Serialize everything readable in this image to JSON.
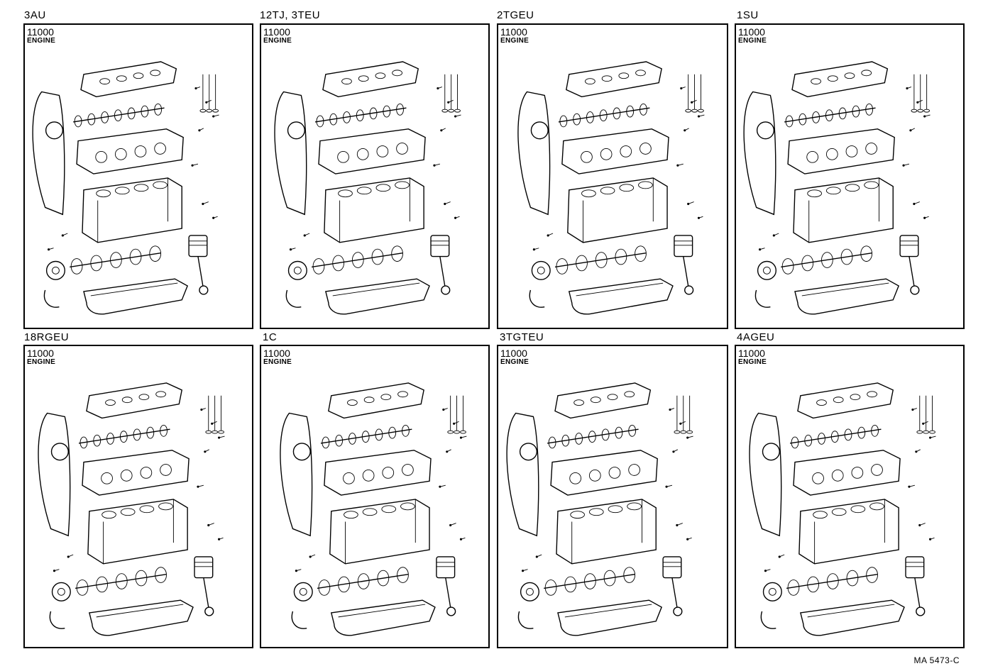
{
  "page": {
    "code": "MA  5473-C"
  },
  "panels": [
    {
      "title": "3AU",
      "part_no": "11000",
      "part_name": "ENGINE"
    },
    {
      "title": "12TJ, 3TEU",
      "part_no": "11000",
      "part_name": "ENGINE"
    },
    {
      "title": "2TGEU",
      "part_no": "11000",
      "part_name": "ENGINE"
    },
    {
      "title": "1SU",
      "part_no": "11000",
      "part_name": "ENGINE"
    },
    {
      "title": "18RGEU",
      "part_no": "11000",
      "part_name": "ENGINE"
    },
    {
      "title": "1C",
      "part_no": "11000",
      "part_name": "ENGINE"
    },
    {
      "title": "3TGTEU",
      "part_no": "11000",
      "part_name": "ENGINE"
    },
    {
      "title": "4AGEU",
      "part_no": "11000",
      "part_name": "ENGINE"
    }
  ]
}
